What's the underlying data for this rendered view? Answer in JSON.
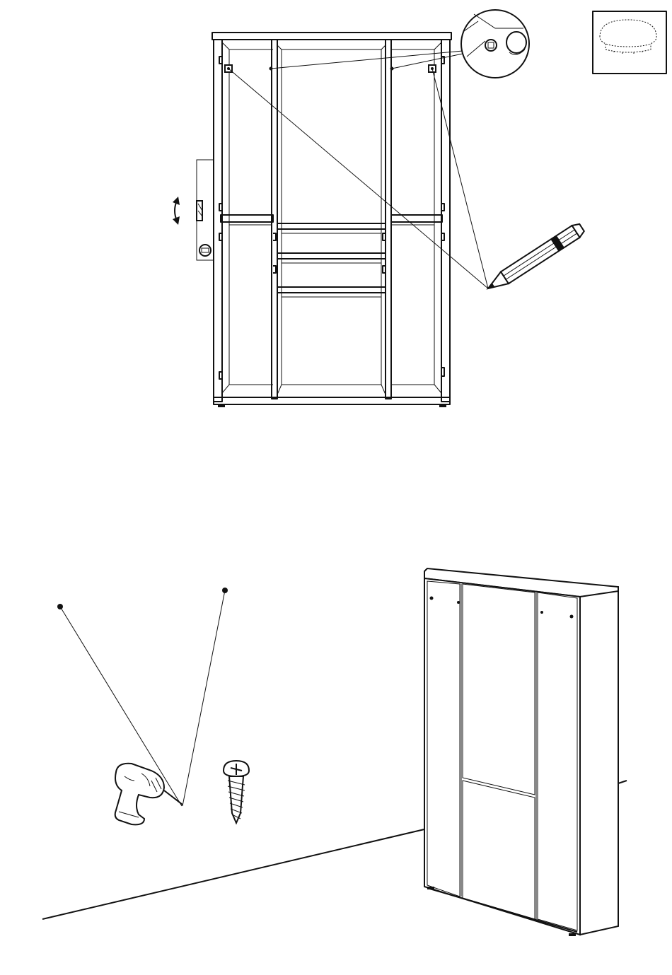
{
  "figure": {
    "step_top": {
      "parts": [
        "cabinet-front-view",
        "leveling-foot-detail",
        "mounting-hole-detail",
        "cover-cap-detail",
        "pencil"
      ]
    },
    "step_bottom": {
      "parts": [
        "wall-mark-left",
        "wall-mark-right",
        "drill",
        "wall-screw",
        "assembled-cabinet",
        "floor-line"
      ]
    }
  },
  "colors": {
    "line": "#111111",
    "background": "#ffffff"
  },
  "icons": [
    "pencil-icon",
    "drill-icon",
    "screw-icon",
    "cap-icon",
    "double-arrow-icon"
  ]
}
